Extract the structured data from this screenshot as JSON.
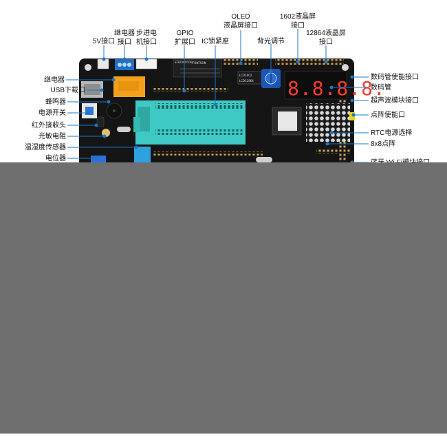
{
  "labels": {
    "v5": "5V接口",
    "relay_top_1": "继电器",
    "relay_top_2": "接口",
    "stepper_1": "步进电",
    "stepper_2": "机接口",
    "gpio_1": "GPIO",
    "gpio_2": "扩展口",
    "ic_socket": "IC锁紧座",
    "oled_1": "OLED",
    "oled_2": "液晶屏接口",
    "backlight": "背光调节",
    "lcd1602_1": "1602液晶屏",
    "lcd1602_2": "接口",
    "lcd12864_1": "12864液晶屏",
    "lcd12864_2": "接口",
    "relay": "继电器",
    "usb": "USB下载口",
    "buzzer": "蜂鸣器",
    "power_switch": "电源开关",
    "ir": "红外接收头",
    "photo": "光敏电阻",
    "temp": "温湿度传感器",
    "pot": "电位器",
    "seg_enable": "数码管使能接口",
    "seg": "数码管",
    "ultrasonic": "超声波模块接口",
    "matrix_enable": "点阵使能口",
    "rtc": "RTC电源选择",
    "matrix": "8x8点阵",
    "bt_wifi": "蓝牙 Wi-Fi模块接口"
  },
  "board": {
    "seven_segment_digits": "8.8.8.8.",
    "silkscreen_stepper": "STEP MOTOR",
    "silkscreen_display": "FONTSON",
    "silkscreen_lcd1602": "LCD1602",
    "silkscreen_lcd12864": "LCD12864"
  },
  "colors": {
    "board": "#151515",
    "header_pin": "#c9a452",
    "socket": "#3fc9c4",
    "relay": "#f3a11c",
    "terminal": "#1e6fc9",
    "segment": "#ff3b2f",
    "matrix_led": "#cfcfcf",
    "leader": "#1a77c9",
    "obscured": "#6f6f6f"
  }
}
